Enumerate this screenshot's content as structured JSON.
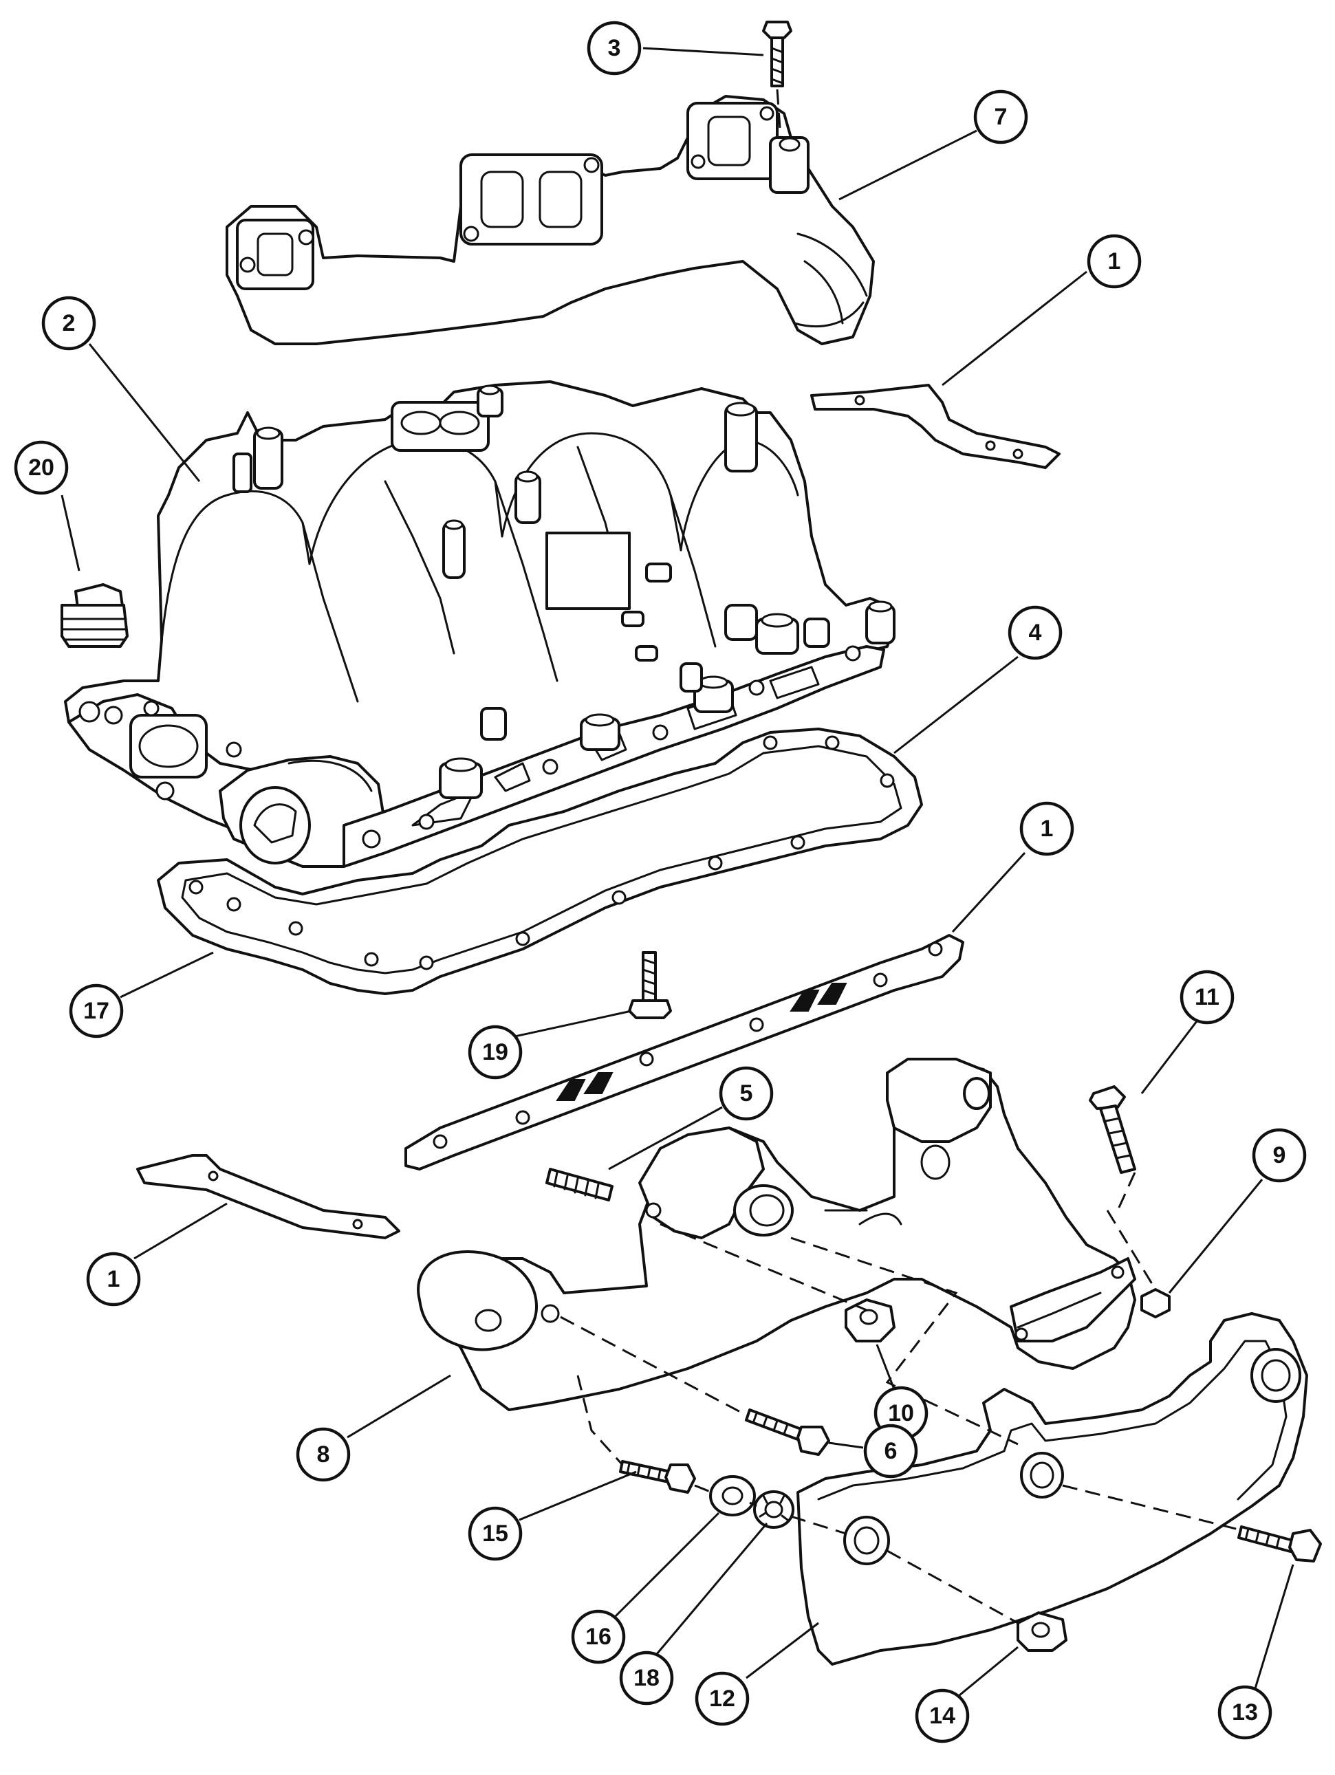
{
  "callouts": [
    {
      "id": "c3",
      "label": "3"
    },
    {
      "id": "c7",
      "label": "7"
    },
    {
      "id": "c1a",
      "label": "1"
    },
    {
      "id": "c2",
      "label": "2"
    },
    {
      "id": "c20",
      "label": "20"
    },
    {
      "id": "c4",
      "label": "4"
    },
    {
      "id": "c1b",
      "label": "1"
    },
    {
      "id": "c17",
      "label": "17"
    },
    {
      "id": "c19",
      "label": "19"
    },
    {
      "id": "c11",
      "label": "11"
    },
    {
      "id": "c5",
      "label": "5"
    },
    {
      "id": "c9",
      "label": "9"
    },
    {
      "id": "c1c",
      "label": "1"
    },
    {
      "id": "c10",
      "label": "10"
    },
    {
      "id": "c6",
      "label": "6"
    },
    {
      "id": "c8",
      "label": "8"
    },
    {
      "id": "c15",
      "label": "15"
    },
    {
      "id": "c16",
      "label": "16"
    },
    {
      "id": "c18",
      "label": "18"
    },
    {
      "id": "c12",
      "label": "12"
    },
    {
      "id": "c14",
      "label": "14"
    },
    {
      "id": "c13",
      "label": "13"
    }
  ],
  "colors": {
    "line": "#111111",
    "background": "#ffffff"
  }
}
